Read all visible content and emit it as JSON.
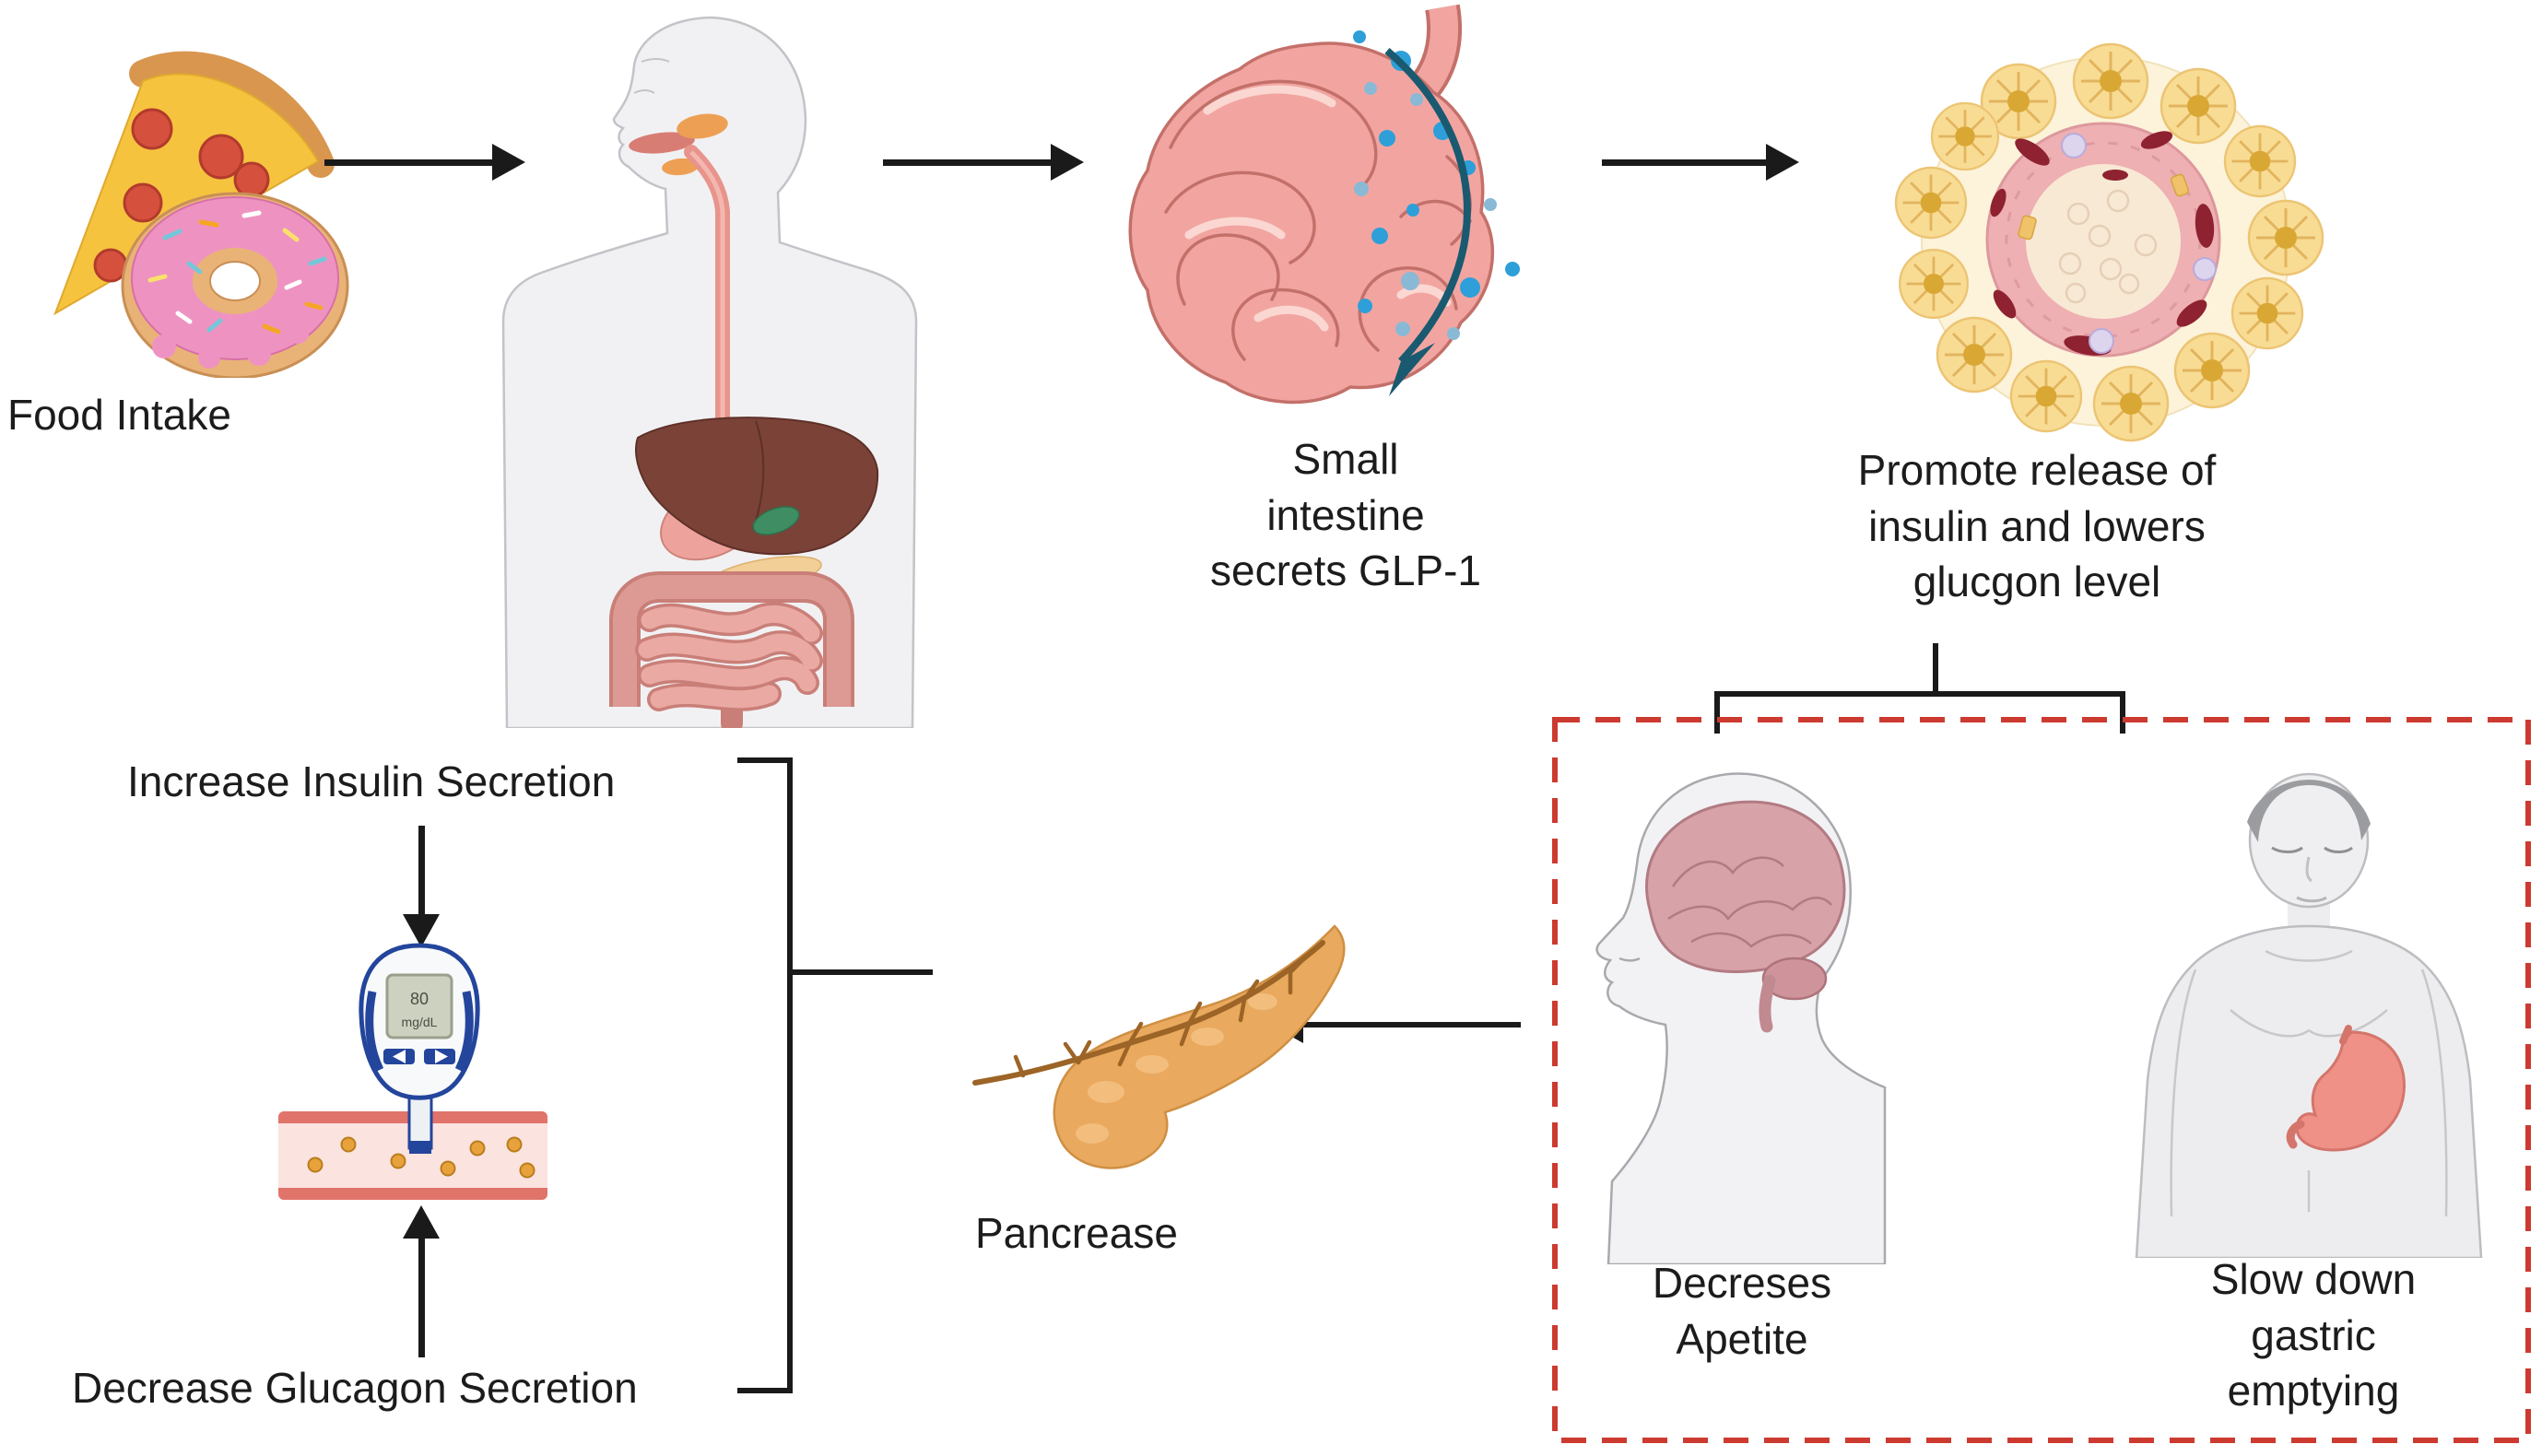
{
  "labels": {
    "food_intake": "Food Intake",
    "small_intestine": "Small\nintestine\nsecrets GLP-1",
    "promote_release": "Promote release of\ninsulin and lowers\nglucgon level",
    "increase_insulin": "Increase Insulin Secretion",
    "decrease_glucagon": "Decrease Glucagon Secretion",
    "pancreas": "Pancrease",
    "decreases_appetite": "Decreses\nApetite",
    "slow_gastric": "Slow down\ngastric\nemptying"
  },
  "glucometer": {
    "reading": "80",
    "unit": "mg/dL"
  },
  "colors": {
    "text": "#1c1c1c",
    "arrow_black": "#1a1a1a",
    "dashed_box_red": "#cd3a30",
    "intestine_pink": "#f2a5a0",
    "intestine_outline": "#c4706a",
    "glp1_dot_blue": "#2e9fd8",
    "glp1_dot_blue_light": "#8ab9d6",
    "secretion_arrow_teal": "#1a5a70",
    "pancreas_orange": "#e9a95e",
    "pancreas_duct_brown": "#9c6426",
    "islet_cream": "#fcf3da",
    "acinar_yellow": "#f8dc94",
    "islet_ring_pink": "#eeb0b2",
    "islet_red_blob": "#8e2230",
    "brain_pink": "#d7a2a8",
    "stomach_salmon": "#ef9187",
    "body_silhouette": "#f1f1f3",
    "liver_brown": "#7b4238",
    "meter_blue": "#24459c",
    "vessel_pink": "#fbe3df",
    "vessel_wall": "#e0746b",
    "glucose_dot_orange": "#e8a23c",
    "pizza_cheese": "#f6c33f",
    "pepperoni_red": "#d6503e",
    "donut_frosting_pink": "#ee93c1"
  },
  "illustrations": {
    "food": "pizza-and-donut",
    "body": "human-digestive-system",
    "intestine": "small-intestine-releasing-glp1",
    "islet": "pancreatic-islet-cells",
    "brain": "head-brain-profile",
    "torso": "male-torso-stomach",
    "pancreas": "pancreas-organ",
    "glucometer": "glucose-meter-and-blood-vessel"
  }
}
